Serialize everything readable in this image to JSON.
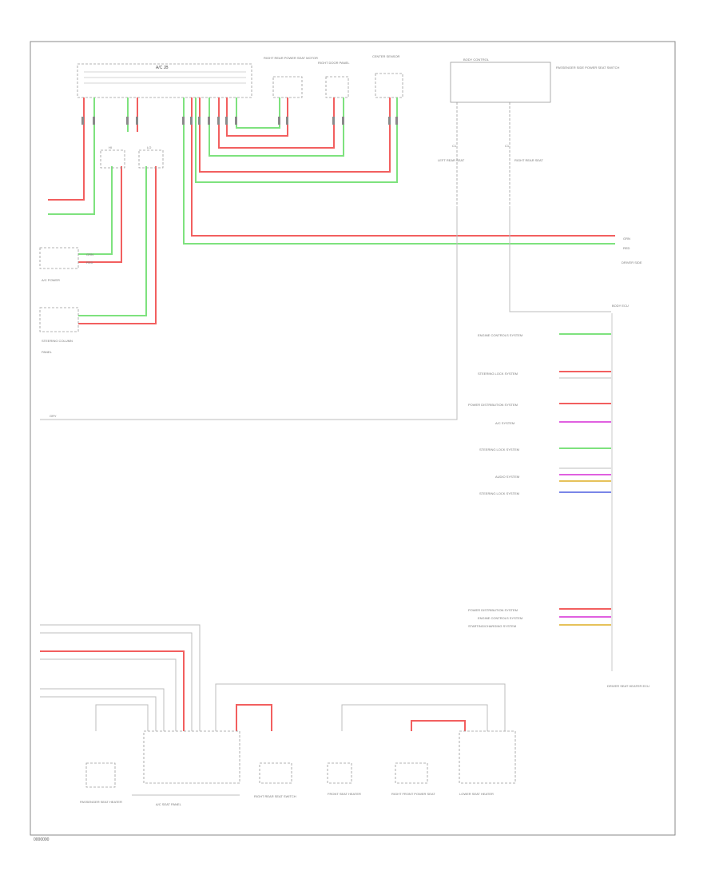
{
  "page_code": "0000000",
  "top": {
    "harness_label": "A/C JB",
    "right_rear_motor_label": "RIGHT REAR POWER SEAT MOTOR",
    "right_rear_panel_label": "RIGHT DOOR PANEL",
    "center_sensor_label": "CENTER SENSOR",
    "module_box_label": "BODY CONTROL",
    "module_box_side_label": "PASSENGER SIDE POWER SEAT SWITCH",
    "connector_left_label": "C1",
    "connector_right_label": "C1",
    "left_rear_label": "LEFT REAR SEAT",
    "right_rear_label": "RIGHT REAR SEAT"
  },
  "left": {
    "switch1_label": "HI",
    "switch2_label": "LO",
    "box1_label": "A/C POWER",
    "box2_label": "STEERING COLUMN",
    "box2_sub": "PANEL",
    "wire1_code": "GRN",
    "wire2_code": "RED",
    "bottom_label": "GRY"
  },
  "right_connector": {
    "title": "BODY ECU",
    "side_label": "DRIVER SIDE",
    "wire_top_label": "GRN",
    "wire_bottom_label": "RED",
    "labels": [
      "ENGINE CONTROLS SYSTEM",
      "STEERING LOCK SYSTEM",
      "POWER DISTRIBUTION SYSTEM",
      "A/C SYSTEM",
      "STEERING LOCK SYSTEM",
      "AUDIO SYSTEM",
      "STEERING LOCK SYSTEM"
    ],
    "lower_labels": [
      "POWER DISTRIBUTION SYSTEM",
      "ENGINE CONTROLS SYSTEM",
      "STARTING/CHARGING SYSTEM"
    ],
    "footer": "DRIVER SEAT HEATER ECU"
  },
  "bottom": {
    "labels": [
      "PASSENGER SEAT HEATER",
      "A/C SEAT PANEL",
      "RIGHT REAR SEAT SWITCH",
      "FRONT SEAT HEATER",
      "RIGHT FRONT POWER SEAT",
      "LOWER SEAT HEATER"
    ]
  }
}
